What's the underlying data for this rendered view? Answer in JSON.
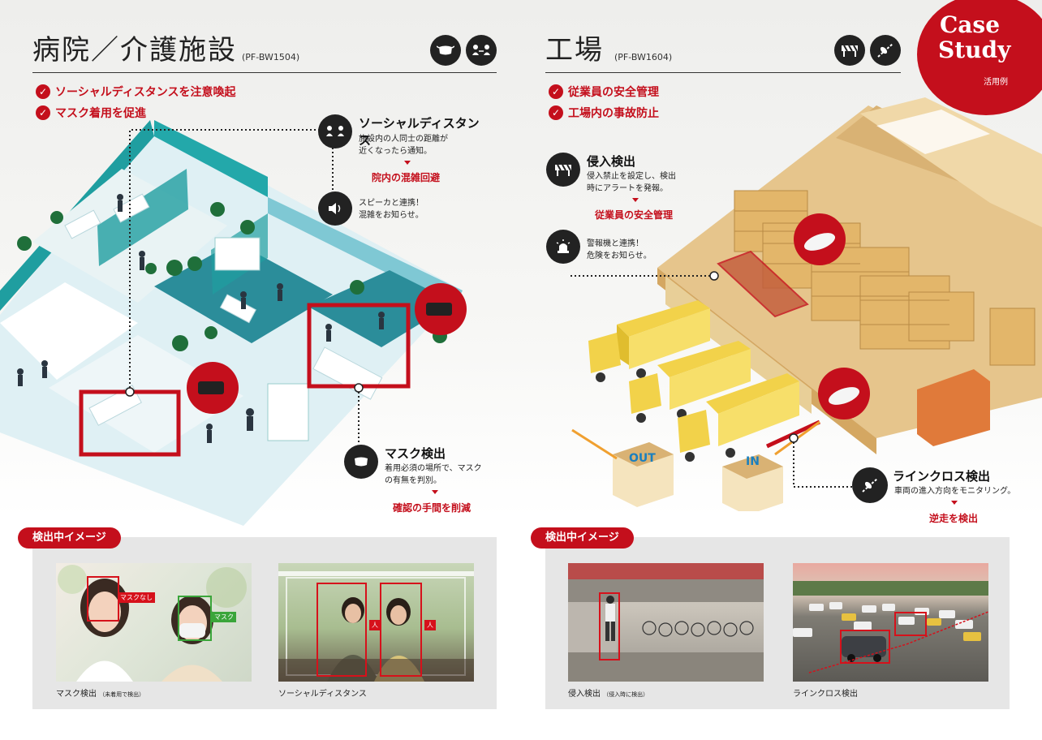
{
  "left": {
    "title": "病院／介護施設",
    "model": "(PF-BW1504)",
    "icons": [
      "mask-icon",
      "social-distance-icon"
    ],
    "checks": [
      "ソーシャルディスタンスを注意喚起",
      "マスク着用を促進"
    ],
    "callouts": {
      "distance": {
        "head": "ソーシャルディスタンス",
        "desc1": "施設内の人同士の距離が",
        "desc2": "近くなったら通知。",
        "result": "院内の混雑回避",
        "speaker1": "スピーカと連携！",
        "speaker2": "混雑をお知らせ。"
      },
      "mask": {
        "head": "マスク検出",
        "desc1": "着用必須の場所で、マスク",
        "desc2": "の有無を判別。",
        "result": "確認の手間を削減"
      }
    },
    "panel": {
      "tag": "検出中イメージ",
      "photo1": {
        "caption": "マスク検出",
        "sub": "（未着用で検出）",
        "label_a": "マスクなし",
        "label_b": "マスク"
      },
      "photo2": {
        "caption": "ソーシャルディスタンス",
        "label": "人"
      }
    }
  },
  "right": {
    "title": "工場",
    "model": "(PF-BW1604)",
    "icons": [
      "barrier-icon",
      "line-cross-icon"
    ],
    "checks": [
      "従業員の安全管理",
      "工場内の事故防止"
    ],
    "callouts": {
      "intrusion": {
        "head": "侵入検出",
        "desc1": "侵入禁止を設定し、検出",
        "desc2": "時にアラートを発報。",
        "result": "従業員の安全管理",
        "alarm1": "警報機と連携！",
        "alarm2": "危険をお知らせ。"
      },
      "linecross": {
        "head": "ラインクロス検出",
        "desc1": "車両の進入方向をモニタリング。",
        "result": "逆走を検出"
      }
    },
    "gates": {
      "out": "OUT",
      "in": "IN"
    },
    "panel": {
      "tag": "検出中イメージ",
      "photo1": {
        "caption": "侵入検出",
        "sub": "（侵入時に検出）"
      },
      "photo2": {
        "caption": "ラインクロス検出"
      }
    }
  },
  "badge": {
    "line1": "Case",
    "line2": "Study",
    "line3": "活用例"
  },
  "colors": {
    "accent": "#c40f1c",
    "teal": "#1f9ea0",
    "sand": "#e8c98d"
  }
}
